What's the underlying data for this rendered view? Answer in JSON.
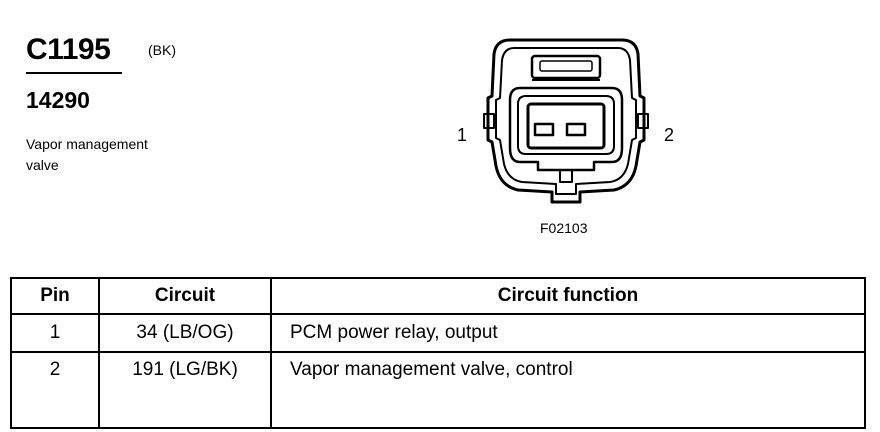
{
  "connector": {
    "id": "C1195",
    "color": "(BK)",
    "part_number": "14290",
    "description_line1": "Vapor management",
    "description_line2": "valve"
  },
  "diagram": {
    "pin_left": "1",
    "pin_right": "2",
    "figure_id": "F02103"
  },
  "table": {
    "headers": [
      "Pin",
      "Circuit",
      "Circuit function"
    ],
    "rows": [
      {
        "pin": "1",
        "circuit": "34 (LB/OG)",
        "function": "PCM power relay, output"
      },
      {
        "pin": "2",
        "circuit": "191 (LG/BK)",
        "function": "Vapor management valve, control"
      }
    ]
  }
}
